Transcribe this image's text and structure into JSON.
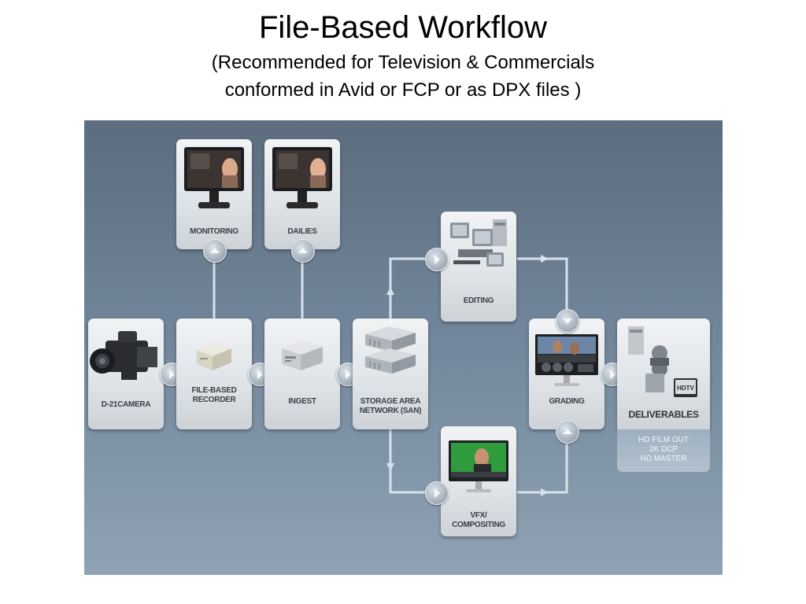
{
  "header": {
    "title": "File-Based Workflow",
    "subtitle_line1": "(Recommended for Television & Commercials",
    "subtitle_line2": "conformed in Avid or FCP or as DPX files )"
  },
  "diagram": {
    "nodes": {
      "monitoring": "MONITORING",
      "dailies": "DAILIES",
      "camera": "D-21CAMERA",
      "recorder_line1": "FILE-BASED",
      "recorder_line2": "RECORDER",
      "ingest": "INGEST",
      "san_line1": "STORAGE AREA",
      "san_line2": "NETWORK (SAN)",
      "editing": "EDITING",
      "vfx_line1": "VFX/",
      "vfx_line2": "COMPOSITING",
      "grading": "GRADING",
      "deliverables": "DELIVERABLES"
    },
    "deliverables_list": [
      "HD FILM OUT",
      "2K DCP",
      "HD MASTER"
    ],
    "hdtv_badge": "HDTV",
    "colors": {
      "background_top": "#5b6d7e",
      "background_bottom": "#8fa3b5",
      "connector": "#d6e2ec",
      "card": "#e4e8ec"
    }
  }
}
